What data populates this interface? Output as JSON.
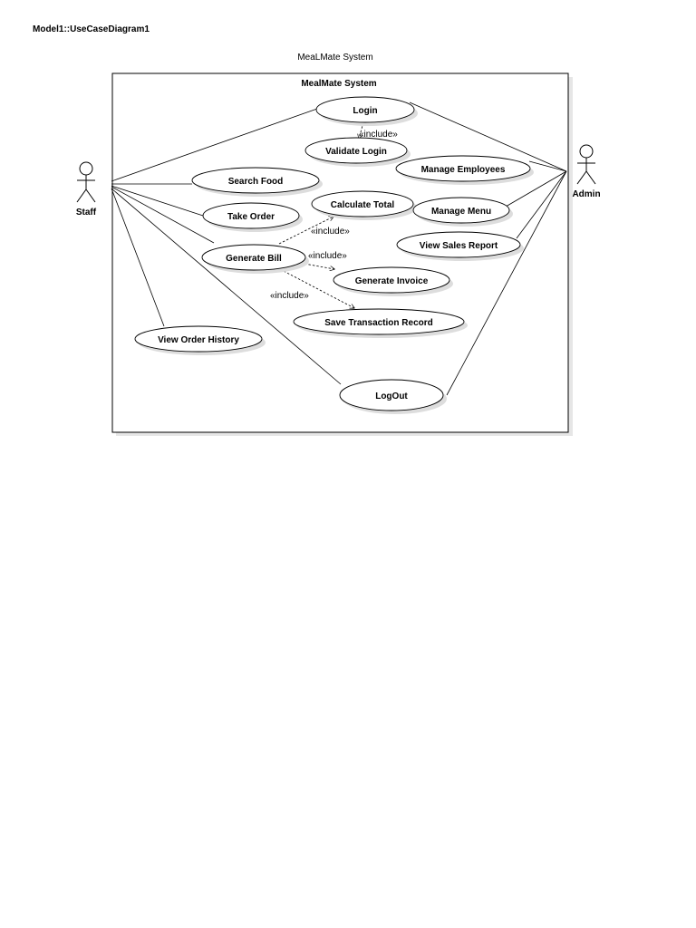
{
  "model_title": "Model1::UseCaseDiagram1",
  "diagram_caption": "MeaLMate System",
  "system_boundary": {
    "title": "MealMate System"
  },
  "actors": {
    "staff": {
      "label": "Staff"
    },
    "admin": {
      "label": "Admin"
    }
  },
  "use_cases": {
    "login": "Login",
    "validate_login": "Validate  Login",
    "search_food": "Search  Food",
    "manage_employees": "Manage  Employees",
    "calculate_total": "Calculate Total",
    "take_order": "Take Order",
    "manage_menu": "Manage Menu",
    "view_sales_report": "View Sales Report",
    "generate_bill": "Generate Bill",
    "generate_invoice": "Generate Invoice",
    "save_transaction_record": "Save  Transaction Record",
    "view_order_history": "View Order History",
    "logout": "LogOut"
  },
  "relations": {
    "include_label": "«include»"
  }
}
